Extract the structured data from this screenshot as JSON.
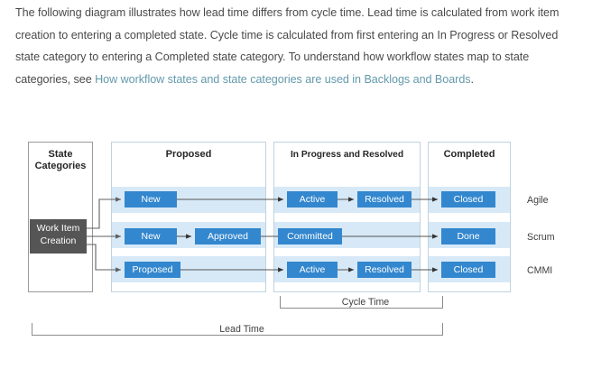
{
  "intro": {
    "segments": [
      {
        "text": "The following diagram illustrates how lead time differs from cycle time. Lead time is calculated from work item creation to entering a completed state. Cycle time is calculated from first entering an In Progress or Resolved state category to entering a Completed state category. To understand how workflow states map to state categories, see ",
        "link": false
      },
      {
        "text": "How workflow states and state categories are used in Backlogs and Boards",
        "link": true
      },
      {
        "text": ".",
        "link": false
      }
    ],
    "link_color": "#6399ab",
    "text_color": "#4a4a4a"
  },
  "diagram": {
    "columns": [
      {
        "key": "state-categories",
        "title": "State\nCategories",
        "line1": "State",
        "line2": "Categories"
      },
      {
        "key": "proposed",
        "title": "Proposed"
      },
      {
        "key": "in-progress-and-resolved",
        "title": "In Progress and Resolved"
      },
      {
        "key": "completed",
        "title": "Completed"
      }
    ],
    "work_item_creation": {
      "line1": "Work Item",
      "line2": "Creation",
      "color": "#555555"
    },
    "chip_color": "#3387ce",
    "band_color": "#d7e9f7",
    "rows": [
      {
        "process": "Agile",
        "proposed": [
          "New"
        ],
        "in_progress": [
          "Active",
          "Resolved"
        ],
        "completed": [
          "Closed"
        ]
      },
      {
        "process": "Scrum",
        "proposed": [
          "New",
          "Approved"
        ],
        "in_progress": [
          "Committed"
        ],
        "completed": [
          "Done"
        ]
      },
      {
        "process": "CMMI",
        "proposed": [
          "Proposed"
        ],
        "in_progress": [
          "Active",
          "Resolved"
        ],
        "completed": [
          "Closed"
        ]
      }
    ],
    "brackets": [
      {
        "key": "cycle-time",
        "label": "Cycle Time"
      },
      {
        "key": "lead-time",
        "label": "Lead Time"
      }
    ]
  }
}
